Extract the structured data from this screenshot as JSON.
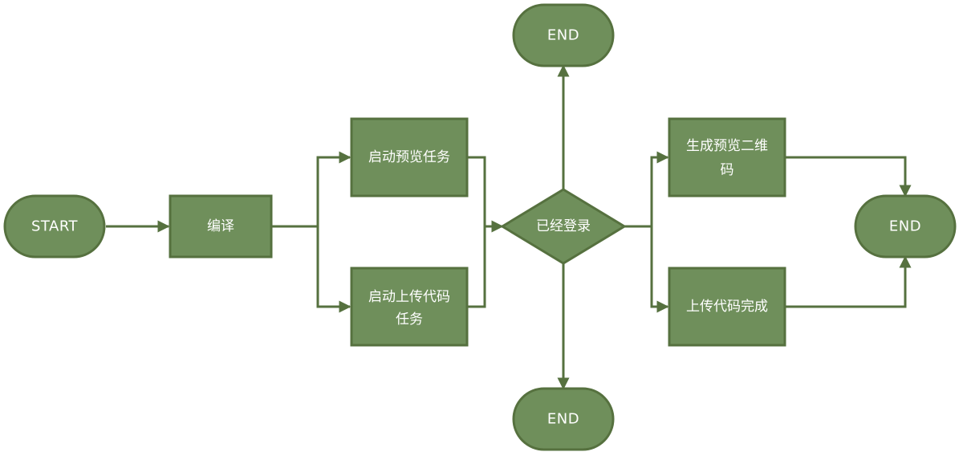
{
  "nodes": {
    "start": "START",
    "compile": "编译",
    "preview_task": "启动预览任务",
    "upload_task_line1": "启动上传代码",
    "upload_task_line2": "任务",
    "logged_in": "已经登录",
    "end_top": "END",
    "end_bottom": "END",
    "qr_line1": "生成预览二维",
    "qr_line2": "码",
    "upload_done": "上传代码完成",
    "end_right": "END"
  },
  "colors": {
    "node_fill": "#6f8f5b",
    "node_border": "#56713f",
    "edge": "#56713f",
    "text": "#ffffff"
  }
}
